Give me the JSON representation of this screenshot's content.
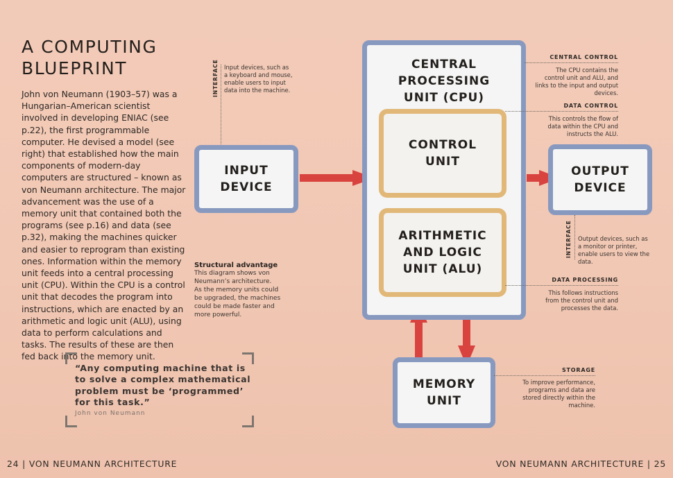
{
  "page": {
    "title": "A COMPUTING\nBLUEPRINT",
    "body": "John von Neumann (1903–57) was a Hungarian–American scientist involved in developing ENIAC (see p.22), the first programmable computer. He devised a model (see right) that established how the main components of modern-day computers are structured – known as von Neumann architecture. The major advancement was the use of a memory unit that contained both the programs (see p.16) and data (see p.32), making the machines quicker and easier to reprogram than existing ones. Information within the memory unit feeds into a central processing unit (CPU). Within the CPU is a control unit that decodes the program into instructions, which are enacted by an arithmetic and logic unit (ALU), using data to perform calculations and tasks. The results of these are then fed back into the memory unit.",
    "structural_heading": "Structural advantage",
    "structural_text": "This diagram shows von Neumann’s architecture. As the memory units could be upgraded, the machines could be made faster and more powerful.",
    "quote": "“Any computing machine that is to solve a complex mathematical problem must be ‘programmed’ for this task.”",
    "quote_author": "John von Neumann",
    "footer_left": "24 | VON NEUMANN ARCHITECTURE",
    "footer_right": "VON NEUMANN ARCHITECTURE | 25"
  },
  "diagram": {
    "input_device": "INPUT\nDEVICE",
    "output_device": "OUTPUT\nDEVICE",
    "cpu": "CENTRAL\nPROCESSING\nUNIT (CPU)",
    "control_unit": "CONTROL\nUNIT",
    "alu": "ARITHMETIC\nAND LOGIC\nUNIT (ALU)",
    "memory_unit": "MEMORY\nUNIT"
  },
  "annotations": {
    "interface_label": "INTERFACE",
    "input_interface_text": "Input devices, such as a keyboard and mouse, enable users to input data into the machine.",
    "output_interface_text": "Output devices, such as a monitor or printer, enable users to view the data.",
    "central_control_head": "CENTRAL CONTROL",
    "central_control_text": "The CPU contains the control unit and ALU, and links to the input and output devices.",
    "data_control_head": "DATA CONTROL",
    "data_control_text": "This controls the flow of data within the CPU and instructs the ALU.",
    "data_processing_head": "DATA PROCESSING",
    "data_processing_text": "This follows instructions from the control unit and processes the data.",
    "storage_head": "STORAGE",
    "storage_text": "To improve performance, programs and data are stored directly within the machine."
  },
  "colors": {
    "outer_border": "#8899c0",
    "inner_border": "#e2b879",
    "arrow": "#d9433f",
    "background": "#f2cbb8"
  }
}
